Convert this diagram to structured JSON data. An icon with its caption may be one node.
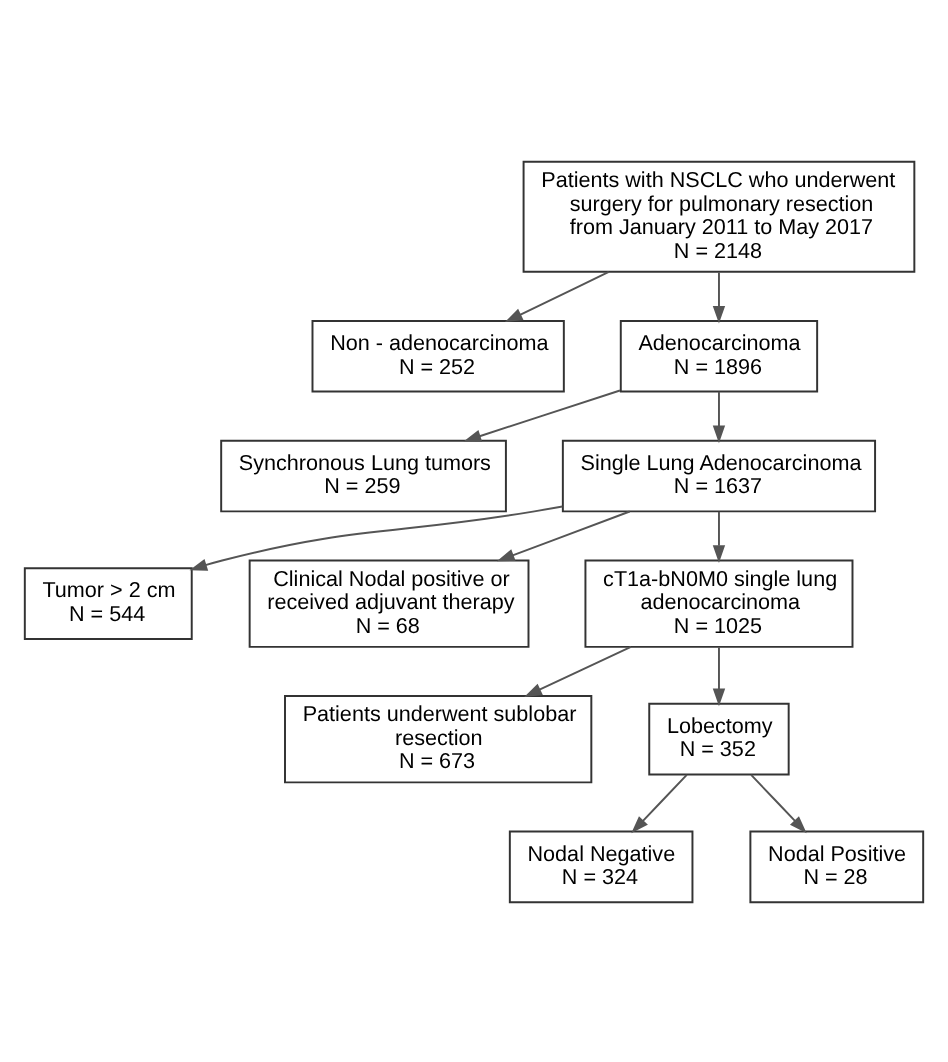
{
  "diagram": {
    "nodes": [
      {
        "text": [
          "Patients with NSCLC who underwent surgery for pulmonary resection from January 2011 to May 2017",
          "N = 2148"
        ]
      },
      {
        "text": [
          "Non - adenocarcinoma",
          "N = 252"
        ]
      },
      {
        "text": [
          "Adenocarcinoma",
          "N = 1896"
        ]
      },
      {
        "text": [
          "Synchronous Lung tumors",
          "N = 259"
        ]
      },
      {
        "text": [
          "Single Lung Adenocarcinoma",
          "N = 1637"
        ]
      },
      {
        "text": [
          "Tumor > 2 cm",
          "N = 544"
        ]
      },
      {
        "text": [
          "Clinical Nodal positive or received adjuvant therapy",
          "N = 68"
        ]
      },
      {
        "text": [
          "cT1a-bN0M0 single lung adenocarcinoma",
          "N = 1025"
        ]
      },
      {
        "text": [
          "Patients underwent sublobar resection",
          "N = 673"
        ]
      },
      {
        "text": [
          "Lobectomy",
          "N = 352"
        ]
      },
      {
        "text": [
          "Nodal Negative",
          "N = 324"
        ]
      },
      {
        "text": [
          "Nodal Positive",
          "N = 28"
        ]
      }
    ],
    "edges": [
      {
        "from": 0,
        "to": 1,
        "arrow": "to"
      },
      {
        "from": 0,
        "to": 2,
        "arrow": "to"
      },
      {
        "from": 2,
        "to": 3,
        "arrow": "to"
      },
      {
        "from": 2,
        "to": 4,
        "arrow": "to"
      },
      {
        "from": 4,
        "to": 5,
        "arrow": "to"
      },
      {
        "from": 4,
        "to": 6,
        "arrow": "to"
      },
      {
        "from": 4,
        "to": 7,
        "arrow": "to"
      },
      {
        "from": 7,
        "to": 8,
        "arrow": "to"
      },
      {
        "from": 7,
        "to": 9,
        "arrow": "to"
      },
      {
        "from": 9,
        "to": 10,
        "arrow": "to"
      },
      {
        "from": 9,
        "to": 11,
        "arrow": "to"
      }
    ]
  }
}
